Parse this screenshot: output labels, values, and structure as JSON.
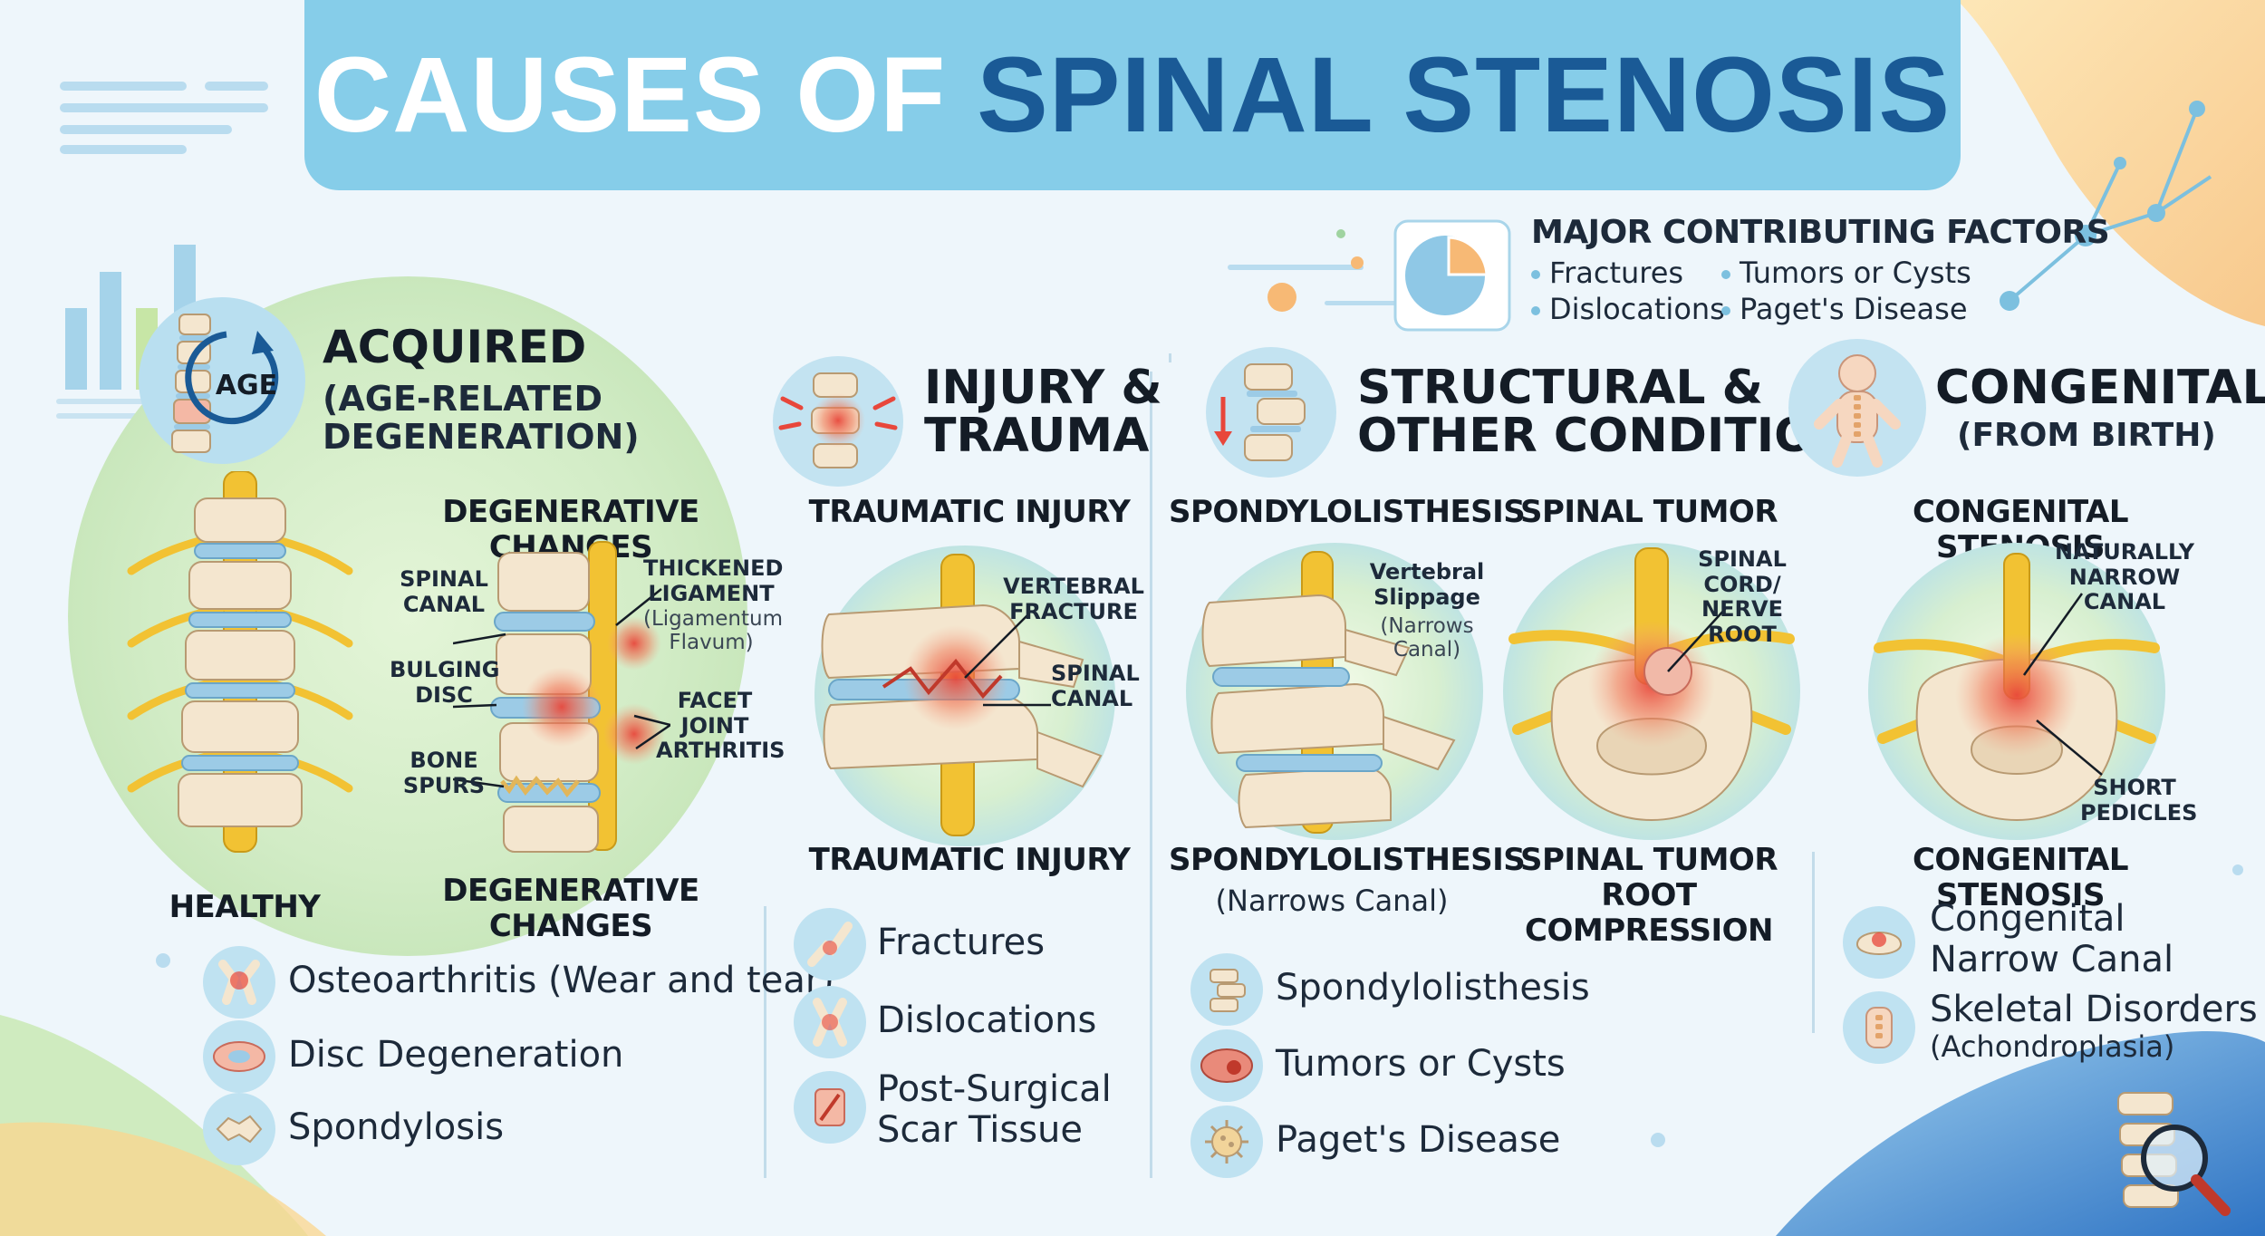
{
  "title": {
    "part1": "CAUSES OF",
    "part2": "SPINAL STENOSIS"
  },
  "factors": {
    "heading": "MAJOR CONTRIBUTING FACTORS",
    "items": [
      "Fractures",
      "Tumors or Cysts",
      "Dislocations",
      "Paget's Disease"
    ]
  },
  "acquired": {
    "badge": "AGE",
    "title": "ACQUIRED",
    "subtitle_1": "(AGE-RELATED",
    "subtitle_2": "DEGENERATION)",
    "degen_heading": "DEGENERATIVE CHANGES",
    "labels": {
      "spinal_canal": "SPINAL\nCANAL",
      "thickened_ligament": "THICKENED\nLIGAMENT",
      "ligamentum": "(Ligamentum\nFlavum)",
      "bulging_disc": "BULGING\nDISC",
      "facet": "FACET\nJOINT\nARTHRITIS",
      "bone_spurs": "BONE\nSPURS"
    },
    "caption_healthy": "HEALTHY",
    "caption_degen": "DEGENERATIVE\nCHANGES",
    "items": [
      "Osteoarthritis (Wear and tear)",
      "Disc Degeneration",
      "Spondylosis"
    ]
  },
  "injury": {
    "title": "INJURY &\nTRAUMA",
    "top_label": "TRAUMATIC INJURY",
    "labels": {
      "fracture": "VERTEBRAL\nFRACTURE",
      "canal": "SPINAL\nCANAL"
    },
    "bottom_label": "TRAUMATIC INJURY",
    "items": [
      "Fractures",
      "Dislocations",
      "Post-Surgical\nScar Tissue"
    ]
  },
  "structural": {
    "title": "STRUCTURAL &\nOTHER CONDITIONS",
    "spondy_label": "SPONDYLOLISTHESIS",
    "tumor_label": "SPINAL TUMOR",
    "slippage_bold": "Vertebral\nSlippage",
    "slippage_note": "(Narrows\nCanal)",
    "cord_label": "SPINAL CORD/\nNERVE ROOT",
    "spondy_bottom": "SPONDYLOLISTHESIS",
    "spondy_bottom_note": "(Narrows Canal)",
    "tumor_bottom": "SPINAL TUMOR\nROOT COMPRESSION",
    "items": [
      "Spondylolisthesis",
      "Tumors or Cysts",
      "Paget's Disease"
    ]
  },
  "congenital": {
    "title": "CONGENITAL",
    "subtitle": "(FROM BIRTH)",
    "top_label": "CONGENITAL STENOSIS",
    "labels": {
      "narrow": "NATURALLY\nNARROW CANAL",
      "pedicles": "SHORT\nPEDICLES"
    },
    "bottom_label": "CONGENITAL STENOSIS",
    "items": [
      "Congenital\nNarrow Canal",
      "Skeletal Disorders"
    ],
    "item_note": "(Achondroplasia)"
  },
  "colors": {
    "banner": "#86cde9",
    "title_blue": "#1a5a96",
    "green_bubble": "#d6efc7",
    "bone": "#f4e6cf",
    "nerve": "#f2c233",
    "disc": "#9ccbe6",
    "inflamed": "#e8473b"
  }
}
